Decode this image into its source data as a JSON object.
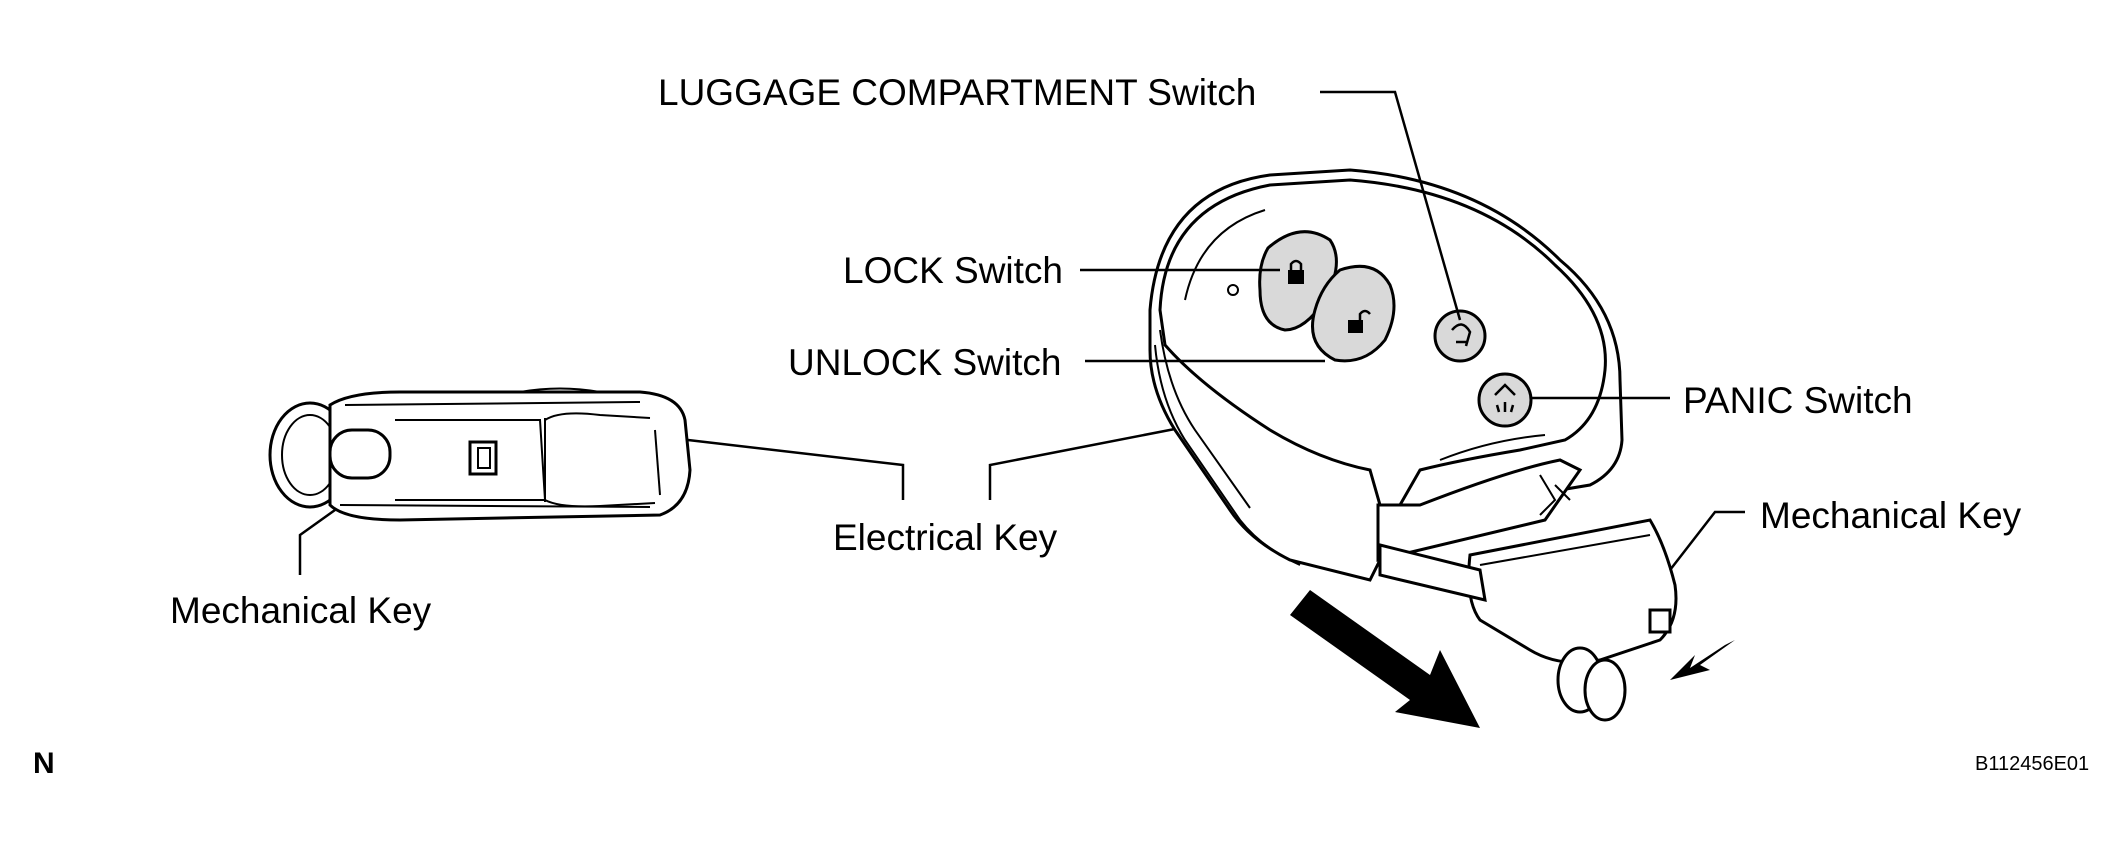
{
  "labels": {
    "luggage": "LUGGAGE COMPARTMENT Switch",
    "lock": "LOCK Switch",
    "unlock": "UNLOCK Switch",
    "panic": "PANIC Switch",
    "mech_key_right": "Mechanical Key",
    "electrical_key": "Electrical Key",
    "mech_key_left": "Mechanical Key",
    "corner_letter": "N",
    "figure_id": "B112456E01"
  },
  "icons": [
    "lock-icon",
    "unlock-icon",
    "trunk-icon",
    "panic-icon",
    "direction-arrow-icon"
  ]
}
